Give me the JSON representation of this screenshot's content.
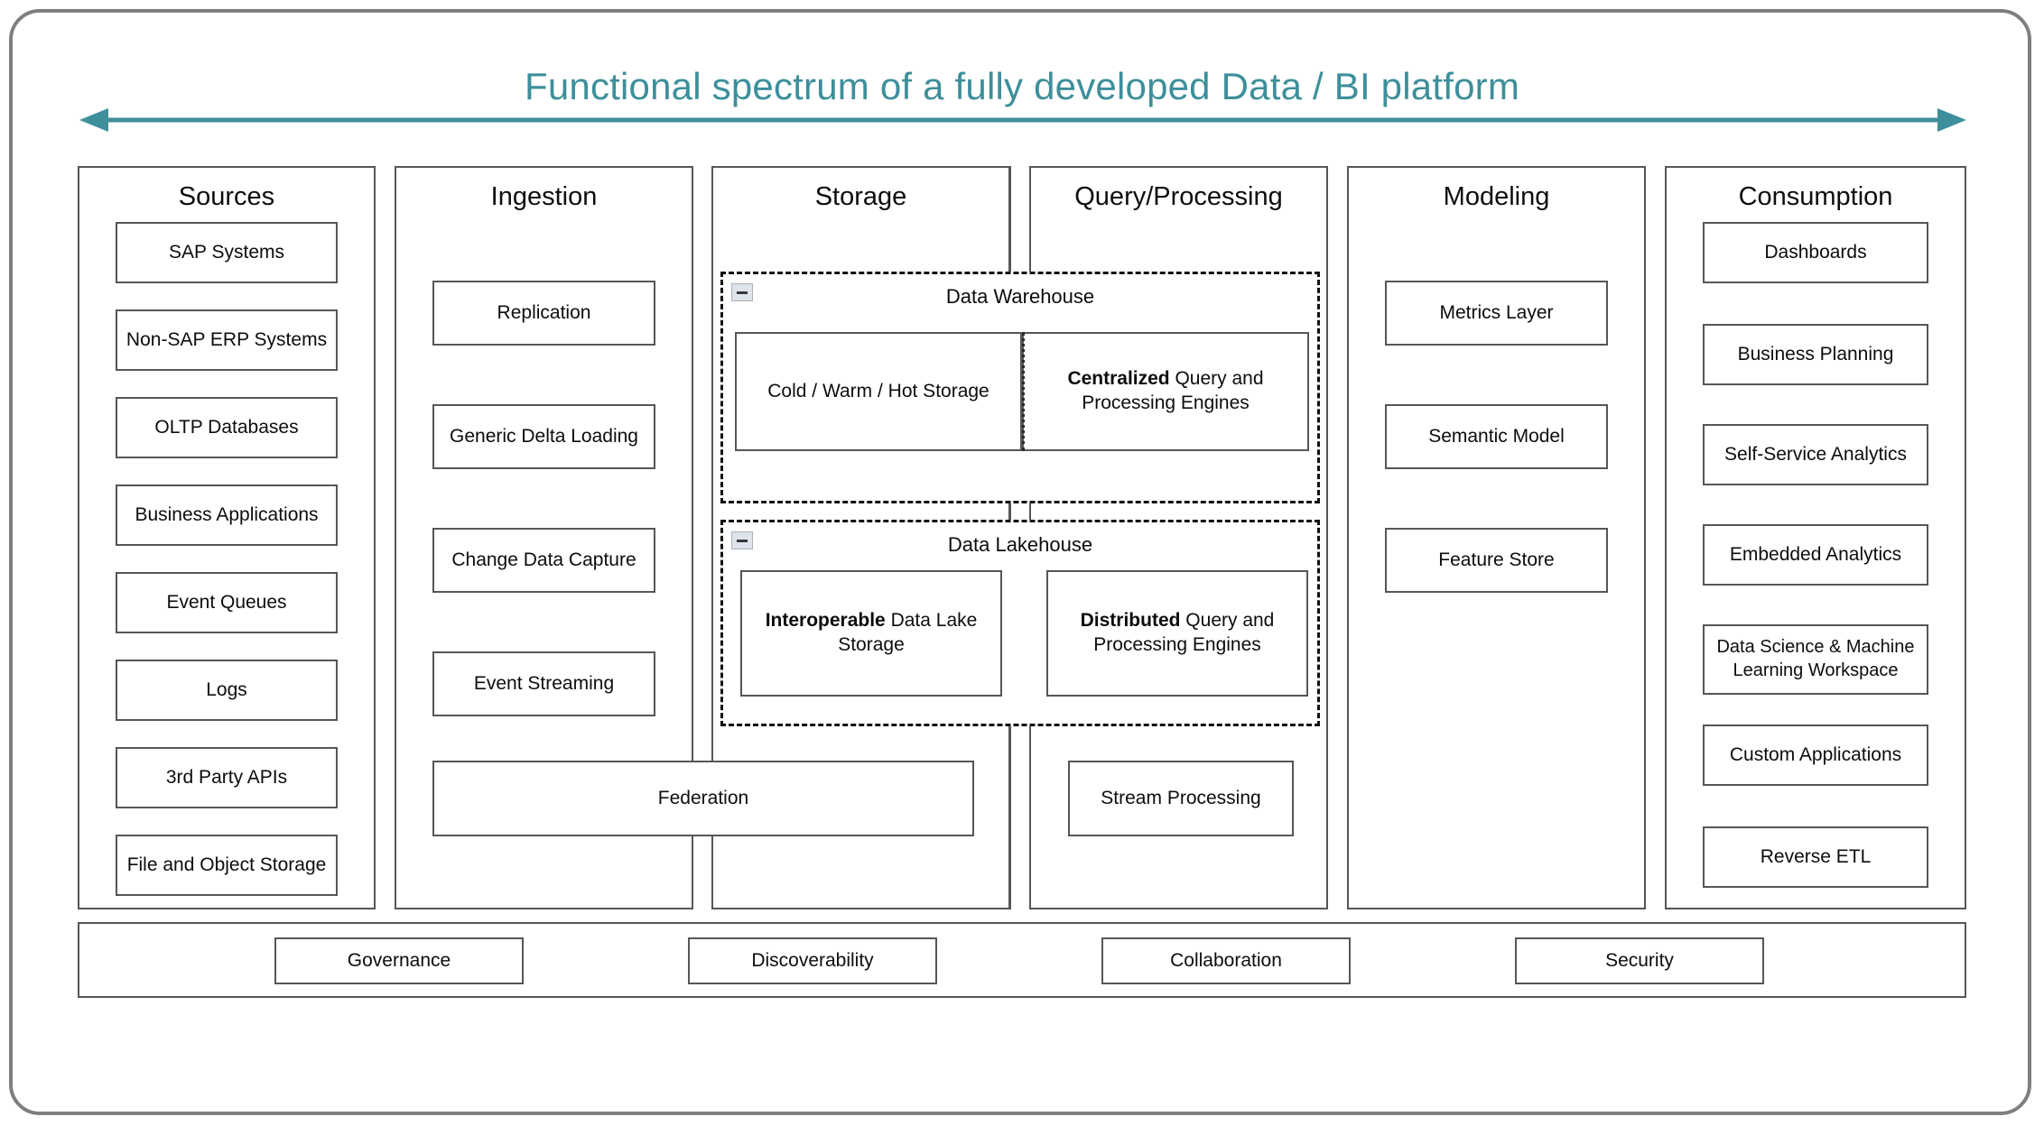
{
  "title": "Functional spectrum of a fully developed Data / BI platform",
  "colors": {
    "accent": "#3d8f9b",
    "box_border": "#565656",
    "frame_border": "#7f7f7f",
    "dashed_border": "#111111",
    "text": "#0d0d0d"
  },
  "arrow": {
    "name": "double-headed-arrow",
    "left_label": "",
    "right_label": ""
  },
  "columns": [
    {
      "id": "sources",
      "title": "Sources",
      "items": [
        "SAP Systems",
        "Non-SAP ERP Systems",
        "OLTP Databases",
        "Business Applications",
        "Event Queues",
        "Logs",
        "3rd Party APIs",
        "File and Object Storage"
      ]
    },
    {
      "id": "ingestion",
      "title": "Ingestion",
      "items": [
        "Replication",
        "Generic Delta Loading",
        "Change Data Capture",
        "Event Streaming"
      ]
    },
    {
      "id": "storage",
      "title": "Storage",
      "items": []
    },
    {
      "id": "query-processing",
      "title": "Query/Processing",
      "items": []
    },
    {
      "id": "modeling",
      "title": "Modeling",
      "items": [
        "Metrics Layer",
        "Semantic Model",
        "Feature Store"
      ]
    },
    {
      "id": "consumption",
      "title": "Consumption",
      "items": [
        "Dashboards",
        "Business Planning",
        "Self-Service Analytics",
        "Embedded Analytics",
        "Data Science & Machine Learning Workspace",
        "Custom Applications",
        "Reverse ETL"
      ]
    }
  ],
  "groups": [
    {
      "id": "data-warehouse",
      "title": "Data Warehouse",
      "collapse_icon": "minus-icon",
      "storage_cell": "Cold / Warm / Hot Storage",
      "engine_cell_bold": "Centralized",
      "engine_cell_rest": " Query and Processing Engines"
    },
    {
      "id": "data-lakehouse",
      "title": "Data Lakehouse",
      "collapse_icon": "minus-icon",
      "storage_cell_bold": "Interoperable",
      "storage_cell_rest": " Data Lake Storage",
      "engine_cell_bold": "Distributed",
      "engine_cell_rest": " Query and Processing Engines"
    }
  ],
  "spanning": {
    "federation": "Federation",
    "stream_processing": "Stream Processing"
  },
  "cross_cutting": [
    "Governance",
    "Discoverability",
    "Collaboration",
    "Security"
  ]
}
